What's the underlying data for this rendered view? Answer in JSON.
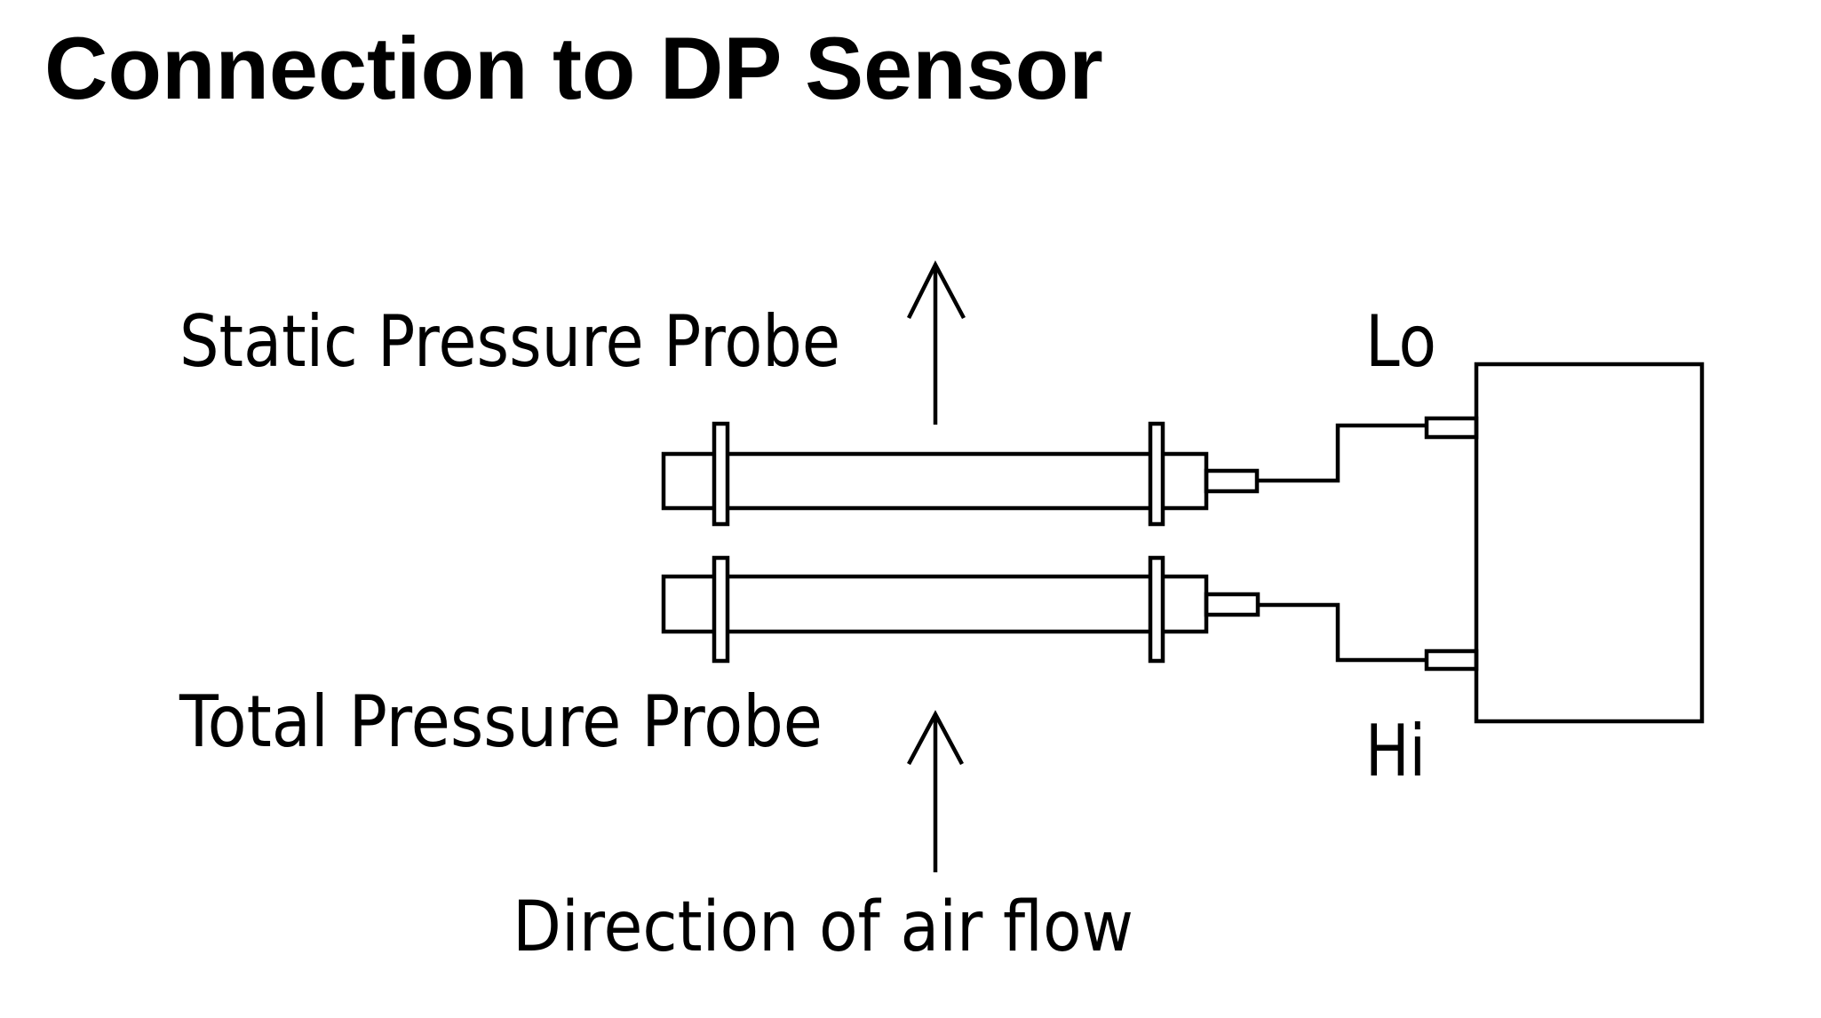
{
  "title": "Connection to DP Sensor",
  "labels": {
    "static_probe": "Static Pressure Probe",
    "total_probe": "Total Pressure Probe",
    "airflow": "Direction of air flow",
    "lo_port": "Lo",
    "hi_port": "Hi"
  },
  "components": {
    "probes": [
      {
        "name": "Static Pressure Probe",
        "connects_to": "Lo"
      },
      {
        "name": "Total Pressure Probe",
        "connects_to": "Hi"
      }
    ],
    "sensor": "DP Sensor",
    "ports": [
      "Lo",
      "Hi"
    ]
  },
  "colors": {
    "stroke": "#000000",
    "background": "#ffffff"
  }
}
